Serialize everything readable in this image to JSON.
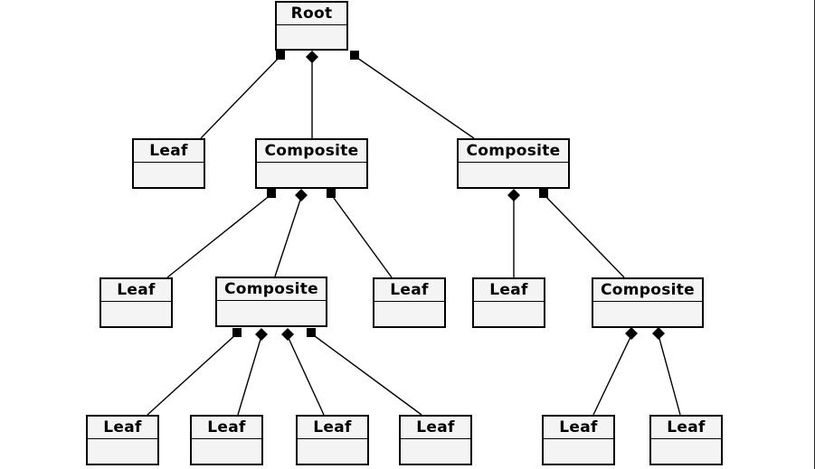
{
  "diagram": {
    "nodes": [
      {
        "id": "root",
        "label": "Root"
      },
      {
        "id": "c1",
        "label": "Composite"
      },
      {
        "id": "c2",
        "label": "Composite"
      },
      {
        "id": "c3",
        "label": "Composite"
      },
      {
        "id": "c4",
        "label": "Composite"
      },
      {
        "id": "l1",
        "label": "Leaf"
      },
      {
        "id": "l2",
        "label": "Leaf"
      },
      {
        "id": "l3",
        "label": "Leaf"
      },
      {
        "id": "l4",
        "label": "Leaf"
      },
      {
        "id": "l5",
        "label": "Leaf"
      },
      {
        "id": "l6",
        "label": "Leaf"
      },
      {
        "id": "l7",
        "label": "Leaf"
      },
      {
        "id": "l8",
        "label": "Leaf"
      },
      {
        "id": "l9",
        "label": "Leaf"
      },
      {
        "id": "l10",
        "label": "Leaf"
      }
    ],
    "edges": [
      {
        "from": "root",
        "to": "l1",
        "marker": "square"
      },
      {
        "from": "root",
        "to": "c1",
        "marker": "diamond"
      },
      {
        "from": "root",
        "to": "c2",
        "marker": "square"
      },
      {
        "from": "c1",
        "to": "l2",
        "marker": "square"
      },
      {
        "from": "c1",
        "to": "c3",
        "marker": "diamond"
      },
      {
        "from": "c1",
        "to": "l3",
        "marker": "square"
      },
      {
        "from": "c2",
        "to": "l4",
        "marker": "diamond"
      },
      {
        "from": "c2",
        "to": "c4",
        "marker": "square"
      },
      {
        "from": "c3",
        "to": "l5",
        "marker": "square"
      },
      {
        "from": "c3",
        "to": "l6",
        "marker": "diamond"
      },
      {
        "from": "c3",
        "to": "l7",
        "marker": "diamond"
      },
      {
        "from": "c3",
        "to": "l8",
        "marker": "square"
      },
      {
        "from": "c4",
        "to": "l9",
        "marker": "diamond"
      },
      {
        "from": "c4",
        "to": "l10",
        "marker": "diamond"
      }
    ]
  }
}
